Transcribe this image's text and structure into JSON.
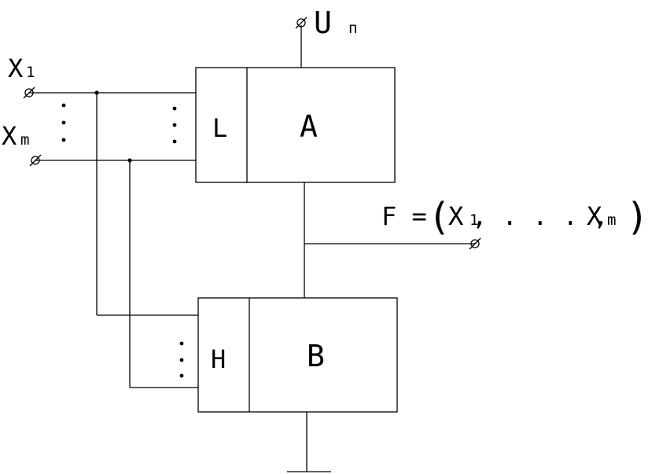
{
  "supply": {
    "name": "U",
    "subscript": "п"
  },
  "inputs": [
    {
      "name": "X",
      "subscript": "1"
    },
    {
      "name": "X",
      "subscript": "m"
    }
  ],
  "block_a": {
    "port_label": "L",
    "label": "A"
  },
  "block_b": {
    "port_label": "H",
    "label": "B"
  },
  "output": {
    "prefix": "F =",
    "open_paren": "(",
    "arg1_name": "X",
    "arg1_subscript": "1",
    "middle": ",  . . . ,",
    "arg2_name": "X",
    "arg2_subscript": "m",
    "close_paren": ")"
  },
  "colors": {
    "stroke": "#000000",
    "background": "#ffffff"
  }
}
